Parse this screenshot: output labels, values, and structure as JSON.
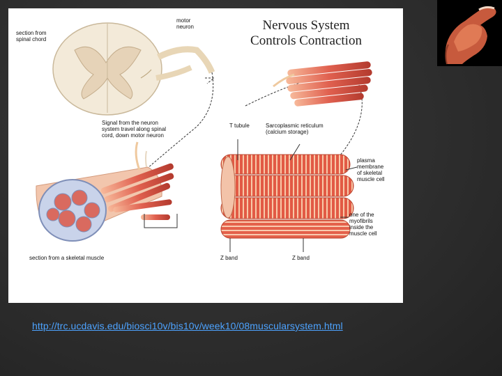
{
  "figure": {
    "title_line1": "Nervous System",
    "title_line2": "Controls Contraction",
    "labels": {
      "spinal_section": [
        "section from",
        "spinal chord"
      ],
      "motor_neuron": [
        "motor",
        "neuron"
      ],
      "signal": [
        "Signal from the neuron",
        "system travel along spinal",
        "cord, down motor neuron"
      ],
      "t_tubule": "T tubule",
      "sarcoplasmic": "Sarcoplasmic reticulum",
      "calcium": "(calcium storage)",
      "plasma": [
        "plasma",
        "membrane",
        "of skeletal",
        "muscle cell"
      ],
      "myofibril": [
        "one of the",
        "myofibrils",
        "inside the",
        "muscle cell"
      ],
      "muscle_section": "section from a skeletal muscle",
      "z_band_1": "Z band",
      "z_band_2": "Z band"
    }
  },
  "link": {
    "text": "http://trc.ucdavis.edu/biosci10v/bis10v/week10/08muscularsystem.html"
  },
  "colors": {
    "muscle": "#d9534a",
    "muscle_light": "#f4a37f",
    "muscle_dark": "#a8322a",
    "link": "#4da3ff"
  },
  "icons": {
    "thumbnail": "flexed-arm-icon"
  }
}
